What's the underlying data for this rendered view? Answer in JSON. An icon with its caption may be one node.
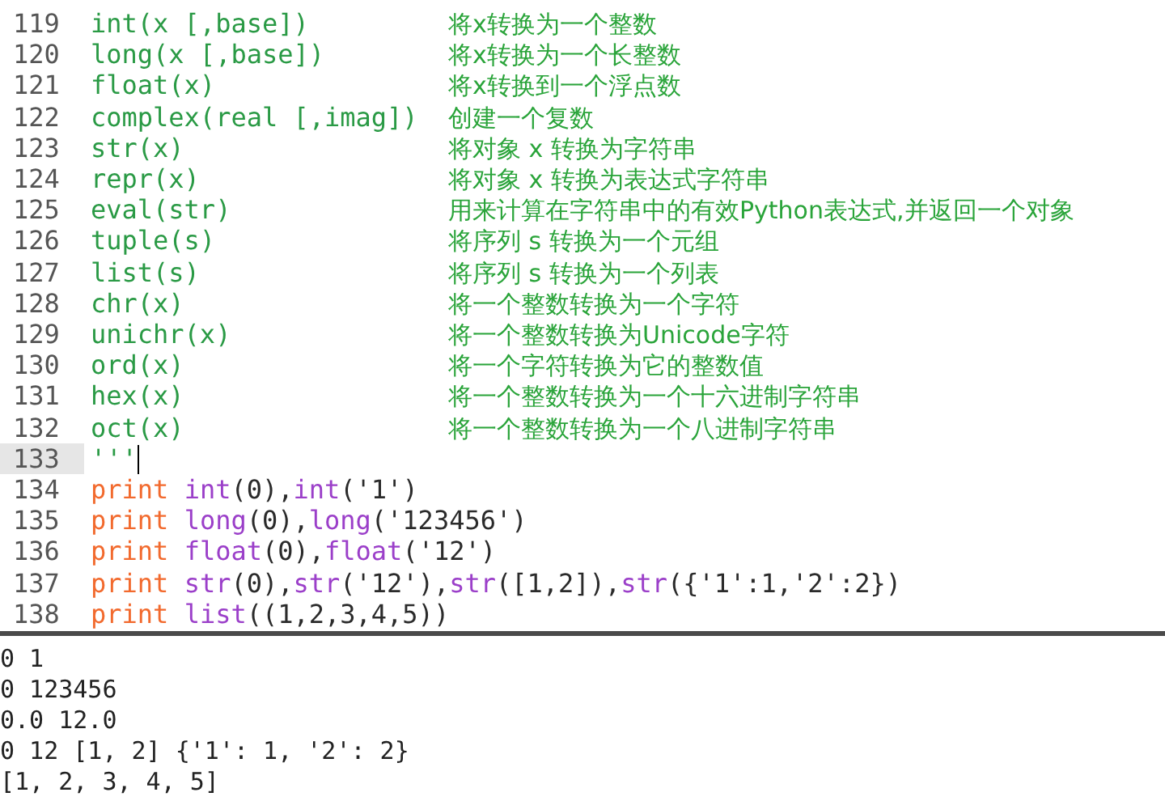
{
  "diagram": {
    "labels": [
      "119",
      "int(x [,base])",
      "将x转换为一个整数",
      "120",
      "long(x [,base])",
      "将x转换为一个长整数",
      "121",
      "float(x)",
      "将x转换到一个浮点数",
      "122",
      "complex(real [,imag])",
      "创建一个复数",
      "123",
      "str(x)",
      "将对象 x 转换为字符串",
      "124",
      "repr(x)",
      "将对象 x 转换为表达式字符串",
      "125",
      "eval(str)",
      "用来计算在字符串中的有效Python表达式,并返回一个对象",
      "126",
      "tuple(s)",
      "将序列 s 转换为一个元组",
      "127",
      "list(s)",
      "将序列 s 转换为一个列表",
      "128",
      "chr(x)",
      "将一个整数转换为一个字符",
      "129",
      "unichr(x)",
      "将一个整数转换为Unicode字符",
      "130",
      "ord(x)",
      "将一个字符转换为它的整数值",
      "131",
      "hex(x)",
      "将一个整数转换为一个十六进制字符串",
      "132",
      "oct(x)",
      "将一个整数转换为一个八进制字符串",
      "133",
      "'''",
      "134",
      "print int(0),int('1')",
      "135",
      "print long(0),long('123456')",
      "136",
      "print float(0),float('12')",
      "137",
      "print str(0),str('12'),str([1,2]),str({'1':1,'2':2})",
      "138",
      "print list((1,2,3,4,5))",
      "0 1",
      "0 123456",
      "0.0 12.0",
      "0 12 [1, 2] {'1': 1, '2': 2}",
      "[1, 2, 3, 4, 5]"
    ]
  }
}
